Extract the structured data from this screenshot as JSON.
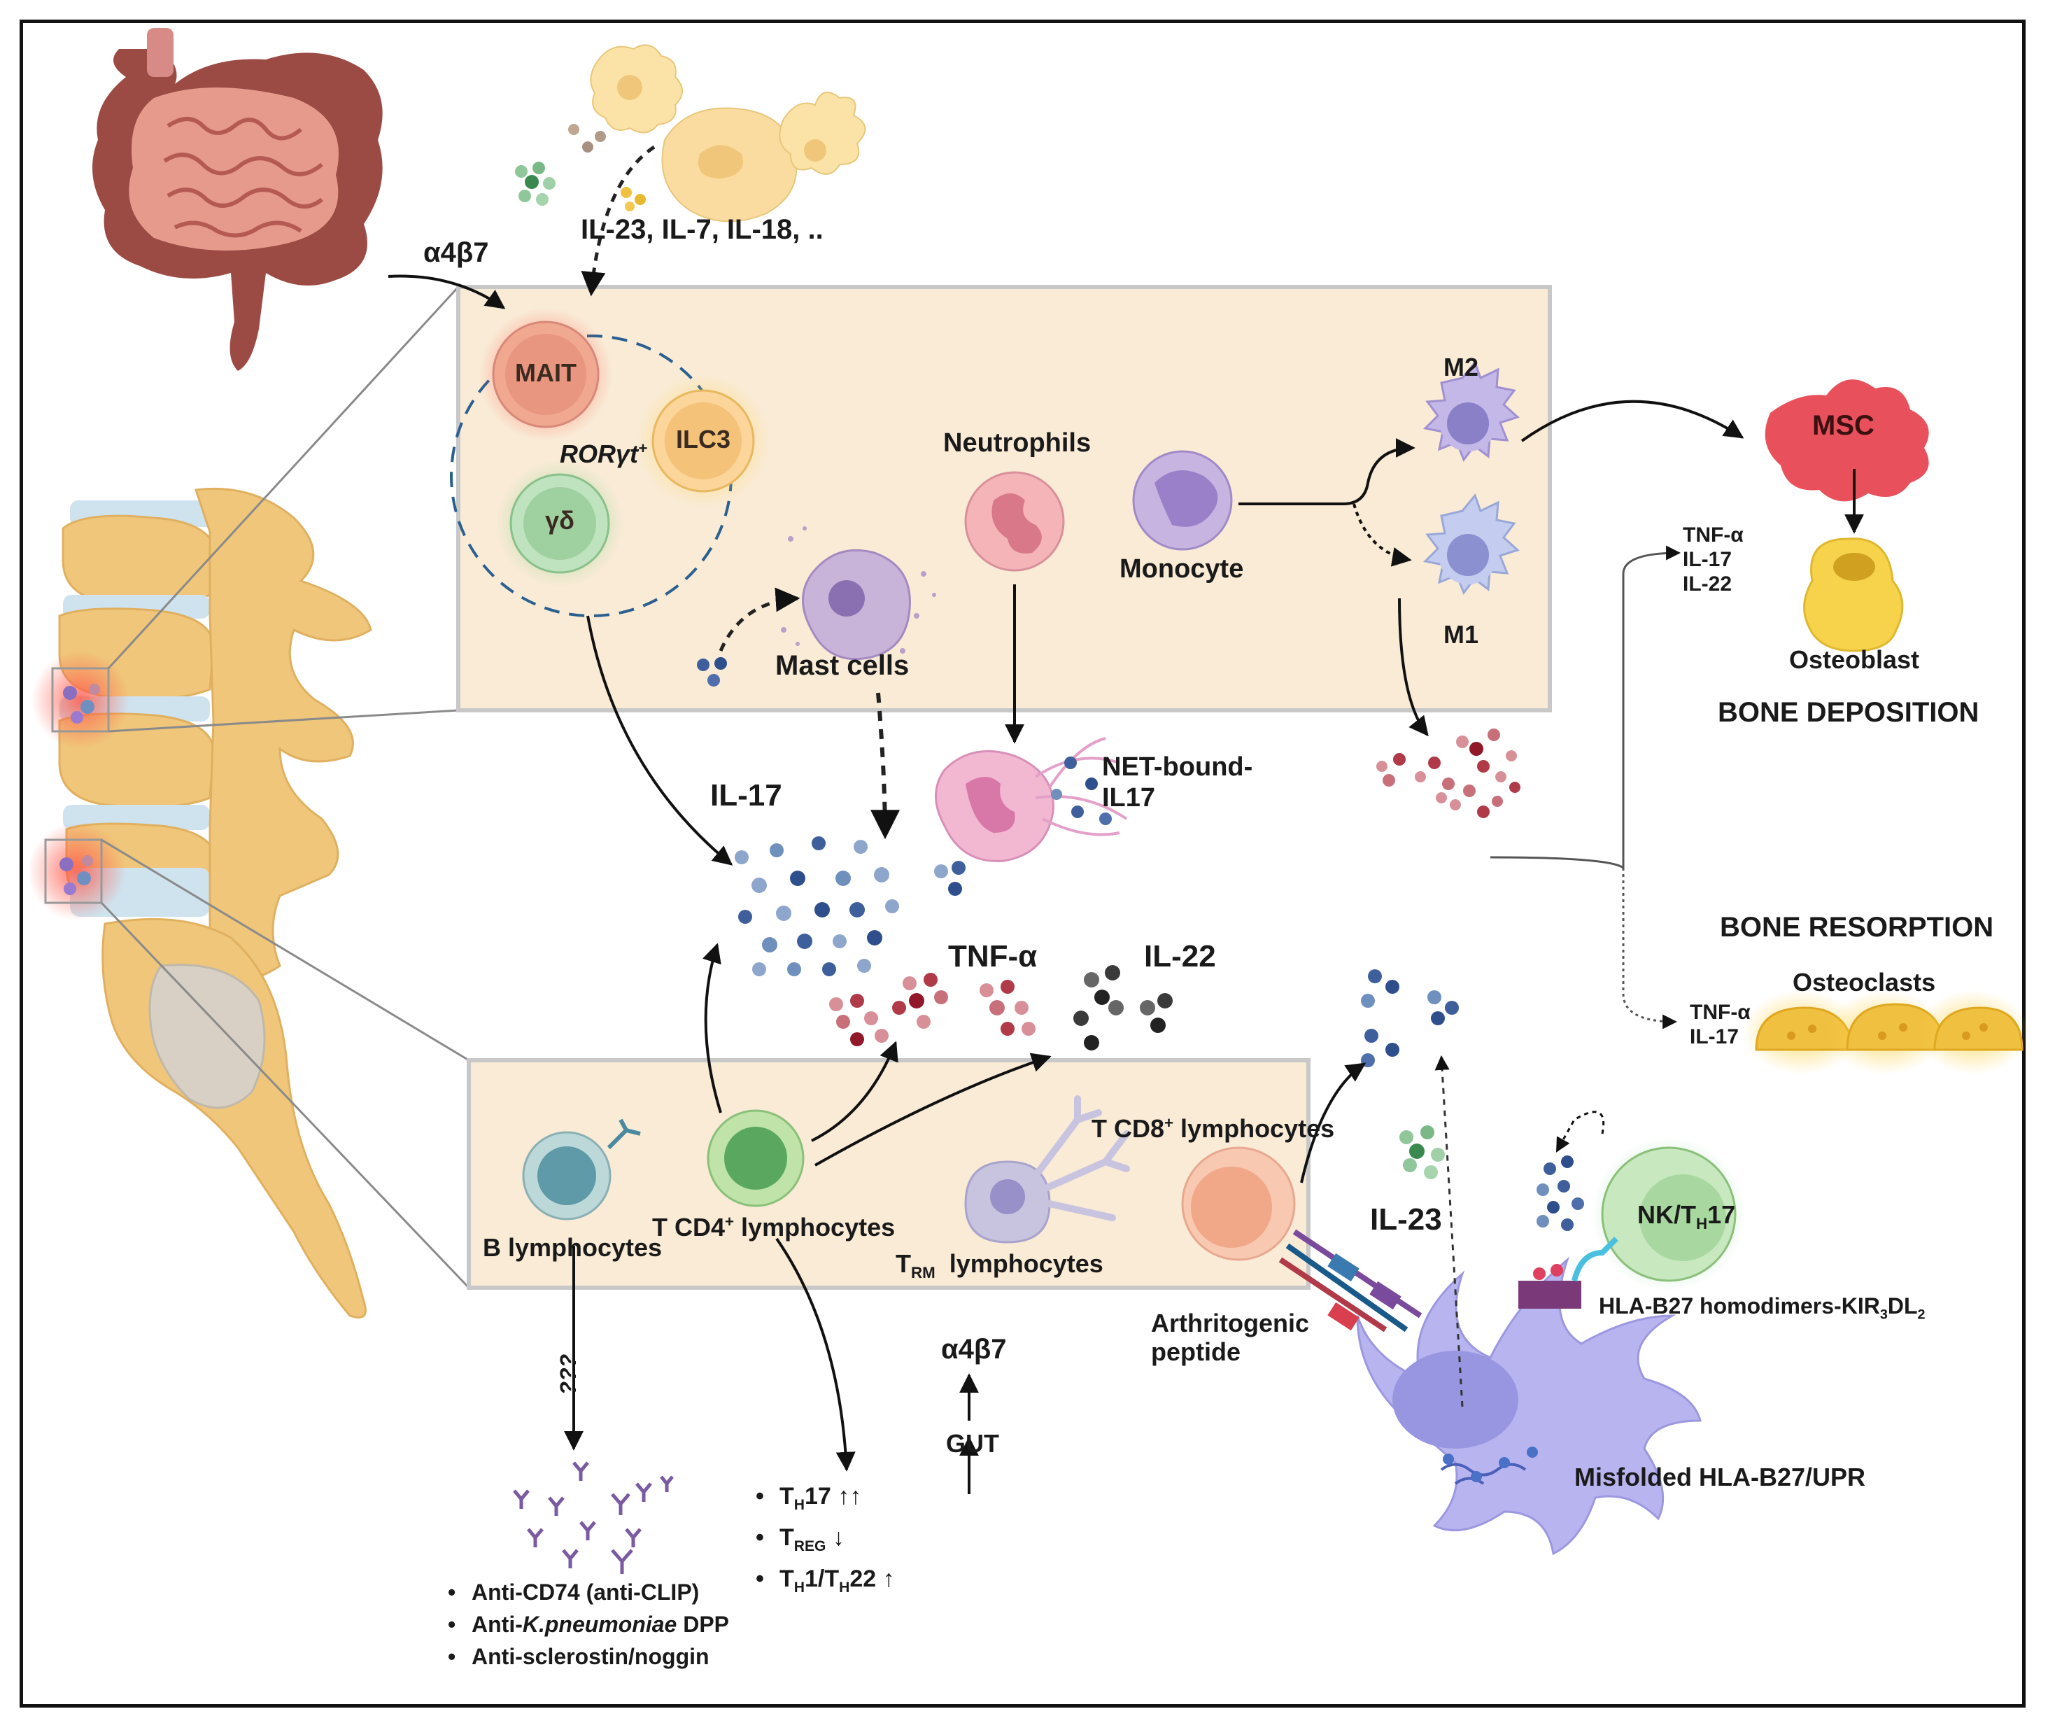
{
  "labels": {
    "a4b7_top": "α4β7",
    "cytokines_top": "IL-23, IL-7, IL-18, ..",
    "mait": "MAIT",
    "ilc3": "ILC3",
    "rorgt": "RORγt",
    "rorgt_sup": "+",
    "gd": "γδ",
    "neutrophils": "Neutrophils",
    "monocyte": "Monocyte",
    "m2": "M2",
    "m1": "M1",
    "msc": "MSC",
    "osteoblast": "Osteoblast",
    "bone_deposition": "BONE DEPOSITION",
    "bone_resorption": "BONE RESORPTION",
    "osteoclasts": "Osteoclasts",
    "tnf_top": "TNF-α",
    "il17_top": "IL-17",
    "il22_top": "IL-22",
    "tnf_bottom": "TNF-α",
    "il17_bottom": "IL-17",
    "mast_cells": "Mast cells",
    "net_bound": "NET-bound-",
    "net_bound_2": "IL17",
    "il17_main": "IL-17",
    "tnfa_main": "TNF-α",
    "il22_main": "IL-22",
    "il23_main": "IL-23",
    "b_lymph": "B lymphocytes",
    "cd4_pre": "T CD4",
    "cd4_sup": "+",
    "cd4_post": " lymphocytes",
    "trm_t": "T",
    "trm_sub": "RM",
    "trm_post": "  lymphocytes",
    "cd8_pre": "T CD8",
    "cd8_sup": "+",
    "cd8_post": " lymphocytes",
    "nk_pre": "NK/T",
    "nk_sub": "H",
    "nk_post": "17",
    "arthritogenic_1": "Arthritogenic",
    "arthritogenic_2": "peptide",
    "hla_homodimers_pre": "HLA-B27 homodimers-KIR",
    "hla_homodimers_sub1": "3",
    "hla_homodimers_mid": "DL",
    "hla_homodimers_sub2": "2",
    "misfolded": "Misfolded HLA-B27/UPR",
    "a4b7_bottom": "α4β7",
    "gut": "GUT",
    "question": "¿¿¿"
  },
  "antibody_list": [
    {
      "pre": "Anti-CD74 (anti-CLIP)",
      "italic": "",
      "post": ""
    },
    {
      "pre": "Anti-",
      "italic": "K.pneumoniae",
      "post": " DPP"
    },
    {
      "pre": "Anti-sclerostin/noggin",
      "italic": "",
      "post": ""
    }
  ],
  "th_list": [
    {
      "t": "T",
      "sub": "H",
      "post": "17 ↑↑"
    },
    {
      "t": "T",
      "sub": "REG",
      "post": " ↓"
    },
    {
      "t": "T",
      "sub": "H",
      "post": "1/T",
      "sub2": "H",
      "post2": "22 ↑"
    }
  ],
  "colors": {
    "panel_fill": "#f9ebd6",
    "panel_stroke": "#c8c8c8",
    "il17_dots": "#3f5f9c",
    "tnf_dots": "#b03a48",
    "il22_dots": "#3a3a3a",
    "bone": "#f0c67a",
    "msc": "#e8505b",
    "intestine": "#9c4a44"
  },
  "icons": [
    "intestine-icon",
    "spine-icon",
    "dendritic-cell-icon",
    "antibody-icon",
    "osteoclast-icon",
    "osteoblast-icon",
    "macrophage-icon"
  ]
}
